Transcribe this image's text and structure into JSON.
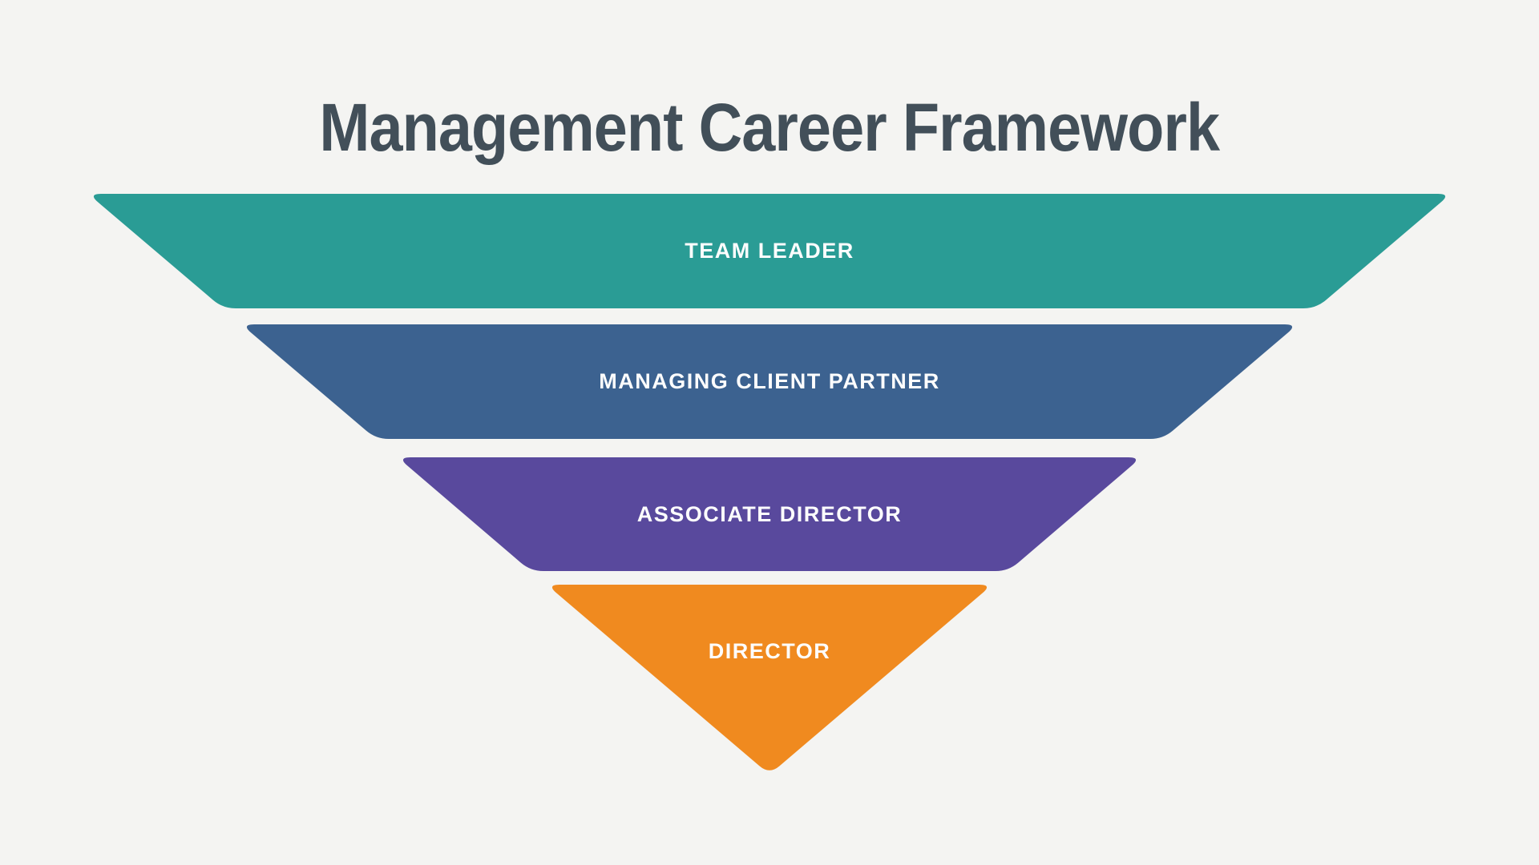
{
  "title": "Management Career Framework",
  "colors": {
    "background": "#f4f4f2",
    "title_text": "#424f59",
    "label_text": "#fdfdfd"
  },
  "chart_data": {
    "type": "funnel",
    "title": "Management Career Framework",
    "orientation": "inverted-pyramid, widest level at top, apex at bottom",
    "levels": [
      {
        "label": "TEAM LEADER",
        "color": "#2a9c95"
      },
      {
        "label": "MANAGING CLIENT PARTNER",
        "color": "#3c6290"
      },
      {
        "label": "ASSOCIATE DIRECTOR",
        "color": "#59499d"
      },
      {
        "label": "DIRECTOR",
        "color": "#f08a1f"
      }
    ]
  }
}
